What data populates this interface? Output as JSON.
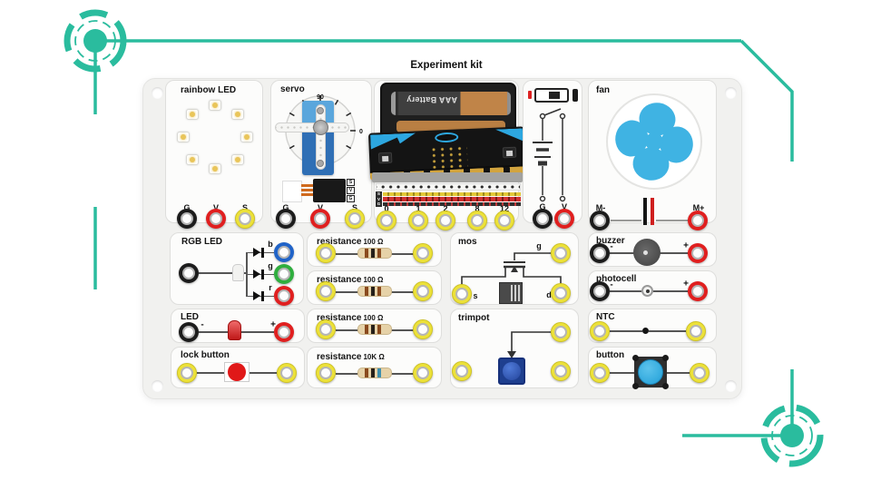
{
  "palette": {
    "accent": "#2abc9e",
    "fan_blue": "#3fb3e3",
    "microbit_blue": "#2da7e0",
    "board_bg": "#f1f1ef",
    "socket_yellow": "#ece13a",
    "socket_red": "#e01f1f",
    "socket_black": "#1c1c1c",
    "socket_green": "#2fae3e",
    "socket_blue": "#2063c8"
  },
  "title": "Experiment kit",
  "rainbow_led": {
    "label": "rainbow LED",
    "sockets": [
      {
        "label": "G"
      },
      {
        "label": "V"
      },
      {
        "label": "S"
      }
    ]
  },
  "servo": {
    "label": "servo",
    "dial_top": "90",
    "dial_right": "0",
    "pins": [
      "S",
      "V",
      "G"
    ],
    "sockets": [
      {
        "label": "G"
      },
      {
        "label": "V"
      },
      {
        "label": "S"
      }
    ]
  },
  "microbit": {
    "battery_text": "AAA Battery",
    "rails": [
      "S",
      "V",
      "G"
    ],
    "sockets": [
      {
        "label": "0"
      },
      {
        "label": "1"
      },
      {
        "label": "2"
      },
      {
        "label": "8"
      },
      {
        "label": "12"
      }
    ]
  },
  "power": {
    "sockets": [
      {
        "label": "G"
      },
      {
        "label": "V"
      }
    ]
  },
  "fan": {
    "label": "fan",
    "sockets": [
      {
        "label": "M-"
      },
      {
        "label": "M+"
      }
    ]
  },
  "rgb_led": {
    "label": "RGB LED",
    "channels": [
      {
        "label": "b"
      },
      {
        "label": "g"
      },
      {
        "label": "r"
      }
    ]
  },
  "resistors": [
    {
      "name": "resistance",
      "value": "100 Ω"
    },
    {
      "name": "resistance",
      "value": "100 Ω"
    },
    {
      "name": "resistance",
      "value": "100 Ω"
    },
    {
      "name": "resistance",
      "value": "10K Ω"
    }
  ],
  "mos": {
    "label": "mos",
    "pin_g": "g",
    "pin_s": "s",
    "pin_d": "d"
  },
  "trimpot": {
    "label": "trimpot"
  },
  "buzzer": {
    "label": "buzzer",
    "minus": "-",
    "plus": "+"
  },
  "photocell": {
    "label": "photocell",
    "minus": "-",
    "plus": "+"
  },
  "ntc": {
    "label": "NTC"
  },
  "button": {
    "label": "button"
  },
  "led": {
    "label": "LED",
    "minus": "-",
    "plus": "+"
  },
  "lock_button": {
    "label": "lock button"
  }
}
